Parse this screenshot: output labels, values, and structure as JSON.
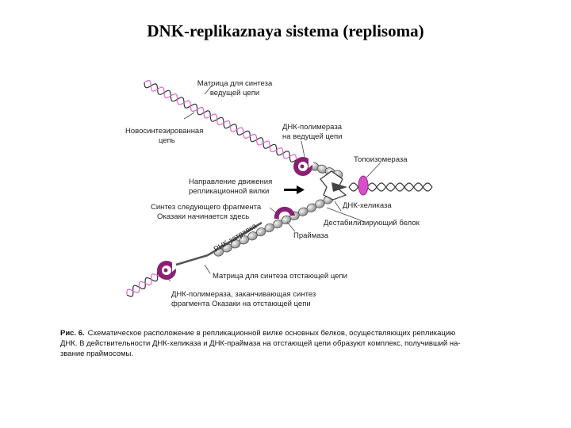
{
  "title": "DNK-replikaznaya sistema (replisoma)",
  "labels": {
    "leading_template": [
      "Матрица для синтеза",
      "ведущей цепи"
    ],
    "new_strand": [
      "Новосинтезированная",
      "цепь"
    ],
    "leading_polymerase": [
      "ДНК-полимераза",
      "на ведущей цепи"
    ],
    "topoisomerase": "Топоизомераза",
    "fork_direction": [
      "Направление движения",
      "репликационной вилки"
    ],
    "okazaki_start": [
      "Синтез следующего фрагмента",
      "Оказаки начинается здесь"
    ],
    "helicase": "ДНК-хеликаза",
    "ssb": "Дестабилизирующий белок",
    "primase": "Праймаза",
    "rna_primer": "РНК-затравка",
    "lagging_template": "Матрица для синтеза отстающей цепи",
    "lagging_polymerase": [
      "ДНК-полимераза, заканчивающая синтез",
      "фрагмента Оказаки на отстающей цепи"
    ]
  },
  "caption": {
    "fig": "Рис. 6.",
    "lines": [
      "Схематическое расположение в репликационной вилке основных белков, осуществляющих репликацию",
      "ДНК. В действительности ДНК-хеликаза и ДНК-праймаза на отстающей цепи образуют комплекс, получивший на-",
      "звание праймосомы."
    ]
  },
  "colors": {
    "dna_strand": "#333333",
    "new_strand": "#e066c8",
    "polymerase": "#8a1f75",
    "topoisomerase": "#d84fc9",
    "ssb_bead": "#b8b8b8"
  }
}
